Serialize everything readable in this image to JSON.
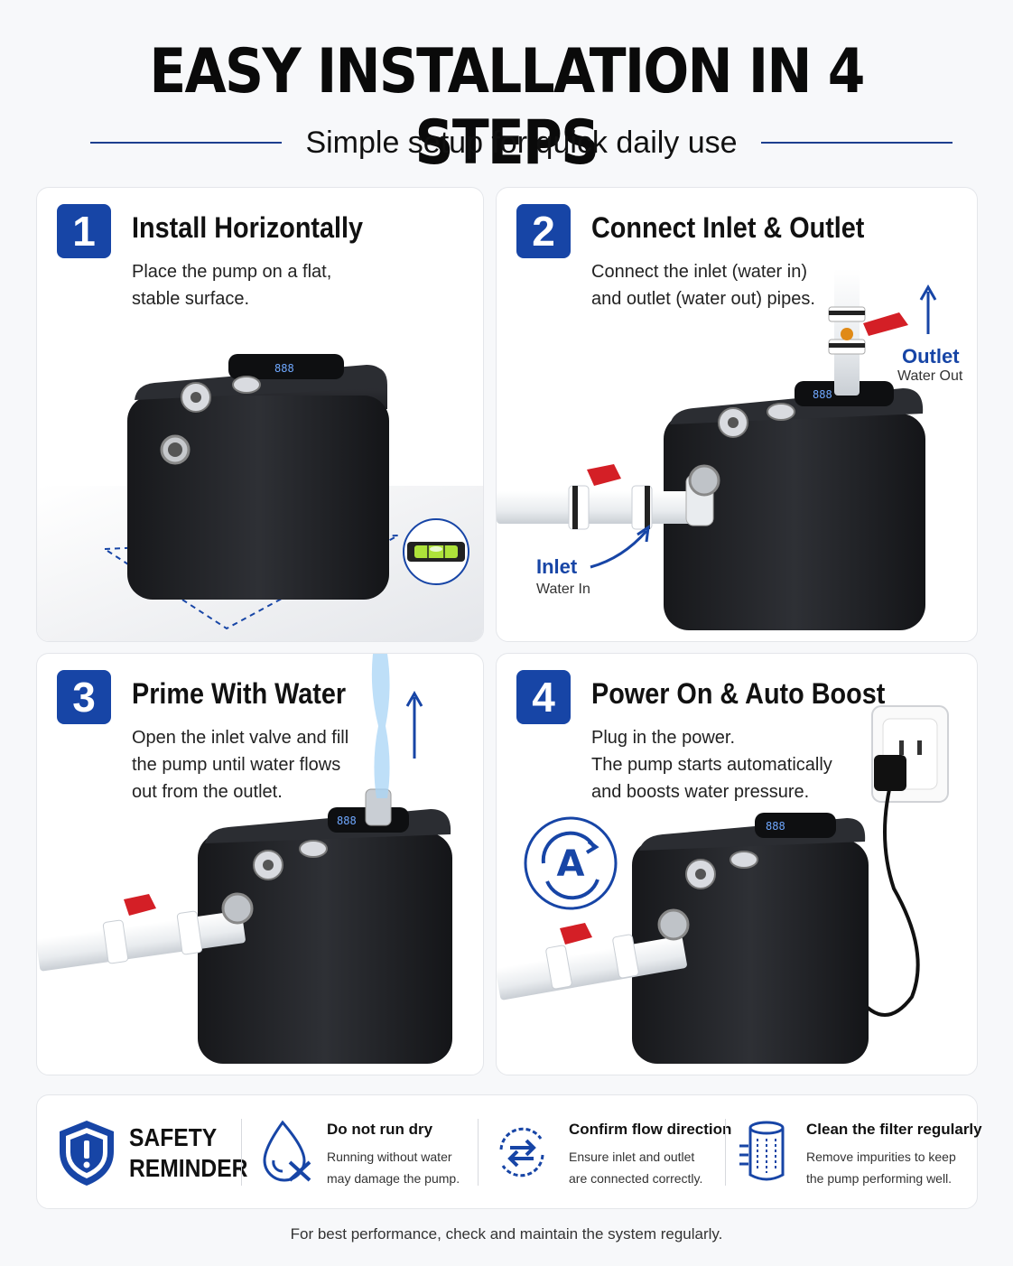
{
  "header": {
    "title": "EASY INSTALLATION IN 4 STEPS",
    "subtitle": "Simple setup for quick daily use"
  },
  "steps": [
    {
      "number": "1",
      "title": "Install Horizontally",
      "desc": [
        "Place the pump on a flat,",
        "stable surface."
      ]
    },
    {
      "number": "2",
      "title": "Connect Inlet & Outlet",
      "desc": [
        "Connect the inlet (water in)",
        "and outlet (water out) pipes."
      ],
      "outlet_label": "Outlet",
      "outlet_sub": "Water Out",
      "inlet_label": "Inlet",
      "inlet_sub": "Water In"
    },
    {
      "number": "3",
      "title": "Prime With Water",
      "desc": [
        "Open the inlet valve and fill",
        "the pump until water flows",
        "out from the outlet."
      ]
    },
    {
      "number": "4",
      "title": "Power On & Auto Boost",
      "desc": [
        "Plug in the power.",
        "The pump starts automatically",
        "and boosts water pressure."
      ],
      "auto_badge": "A"
    }
  ],
  "safety": {
    "title": [
      "SAFETY",
      "REMINDER"
    ],
    "tips": [
      {
        "icon": "water-drop-x-icon",
        "title": "Do not run dry",
        "desc": [
          "Running without water",
          "may damage the pump."
        ]
      },
      {
        "icon": "flow-direction-icon",
        "title": "Confirm flow direction",
        "desc": [
          "Ensure inlet and outlet",
          "are connected correctly."
        ]
      },
      {
        "icon": "filter-icon",
        "title": "Clean the filter regularly",
        "desc": [
          "Remove impurities to keep",
          "the pump performing well."
        ]
      }
    ]
  },
  "footer": "For best performance, check and maintain the system regularly.",
  "colors": {
    "accent": "#1745a6",
    "valve": "#d41f26",
    "pump": "#1b1c1f"
  }
}
